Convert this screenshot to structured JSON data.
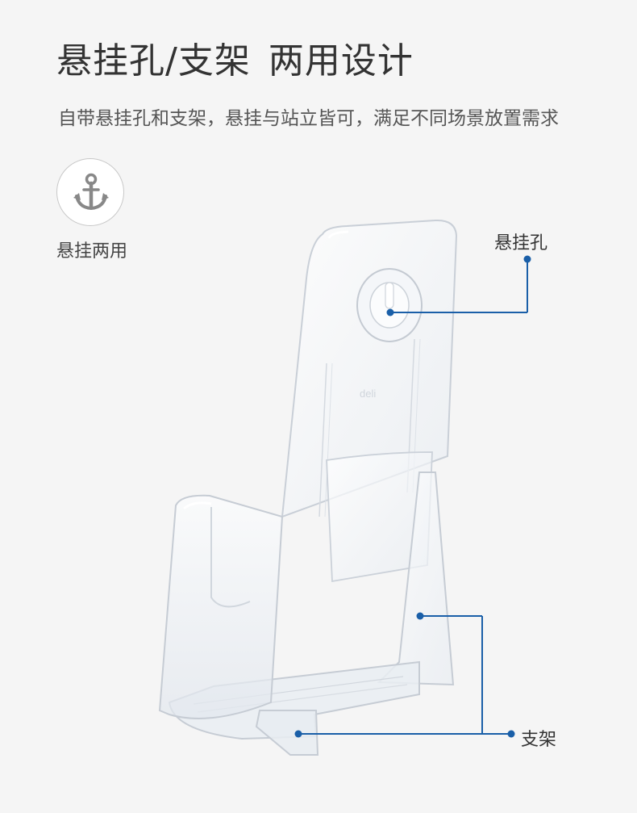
{
  "header": {
    "title_part1": "悬挂孔/支架",
    "title_part2": "两用设计",
    "subtitle": "自带悬挂孔和支架，悬挂与站立皆可，满足不同场景放置需求"
  },
  "feature": {
    "icon": "anchor-icon",
    "label": "悬挂两用"
  },
  "product": {
    "engraving": "deli"
  },
  "callouts": {
    "hole_label": "悬挂孔",
    "stand_label": "支架"
  },
  "colors": {
    "accent": "#1a5fa8",
    "icon": "#888888",
    "background": "#f5f5f5"
  }
}
